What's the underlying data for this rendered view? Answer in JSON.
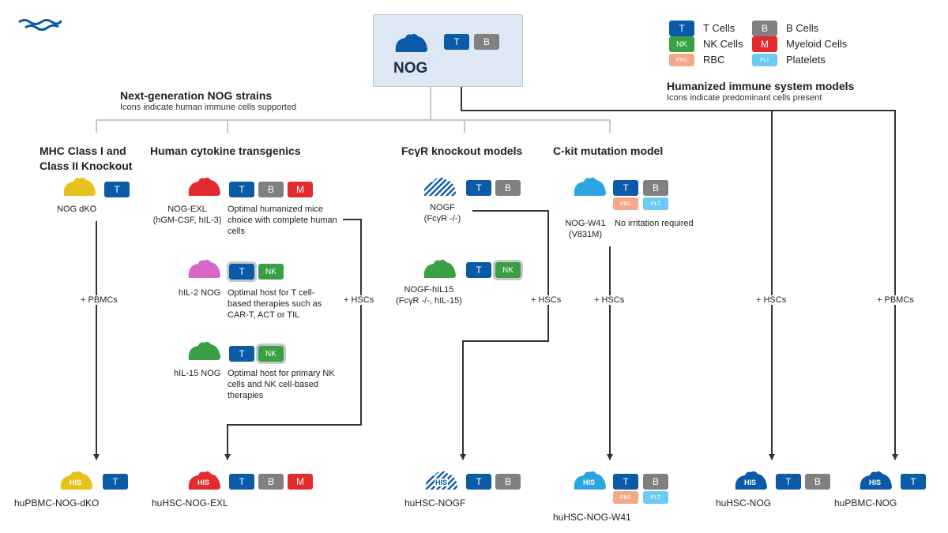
{
  "colors": {
    "t": "#0a5aa8",
    "b": "#808080",
    "nk": "#3aa046",
    "m": "#e22a2f",
    "rbc": "#f3a987",
    "plt": "#6dcbf3",
    "line": "#c6c6c6",
    "arrow": "#333333"
  },
  "root": {
    "title": "NOG",
    "badges": [
      "T",
      "B"
    ]
  },
  "legend": [
    {
      "badge": "T",
      "label": "T Cells",
      "type": "t"
    },
    {
      "badge": "B",
      "label": "B Cells",
      "type": "b"
    },
    {
      "badge": "NK",
      "label": "NK Cells",
      "type": "nk"
    },
    {
      "badge": "M",
      "label": "Myeloid Cells",
      "type": "m"
    },
    {
      "badge": "RBC",
      "label": "RBC",
      "type": "rbc"
    },
    {
      "badge": "PLT",
      "label": "Platelets",
      "type": "plt"
    }
  ],
  "sections": {
    "next_gen": {
      "title": "Next-generation NOG strains",
      "subtitle": "Icons indicate human immune cells supported"
    },
    "humanized": {
      "title": "Humanized immune system models",
      "subtitle": "Icons indicate predominant cells present"
    }
  },
  "categories": {
    "mhc": "MHC Class I and Class II Knockout",
    "cytokine": "Human cytokine transgenics",
    "fcgr": "FcγR knockout models",
    "ckit": "C-kit mutation model"
  },
  "strains": {
    "dko": {
      "name": "NOG dKO"
    },
    "exl": {
      "name": "NOG-EXL\n(hGM-CSF, hIL-3)",
      "desc": "Optimal humanized mice choice with complete human cells"
    },
    "il2": {
      "name": "hIL-2 NOG",
      "desc": "Optimal host for T cell-based therapies such as CAR-T, ACT or TIL"
    },
    "il15": {
      "name": "hIL-15 NOG",
      "desc": "Optimal host for primary NK cells and NK cell-based therapies"
    },
    "nogf": {
      "name": "NOGF\n(FcγR -/-)"
    },
    "nogfil15": {
      "name": "NOGF-hIL15\n(FcγR -/-, hIL-15)"
    },
    "w41": {
      "name": "NOG-W41\n(V831M)",
      "desc": "No irritation required"
    }
  },
  "steps": {
    "pbmc": "+ PBMCs",
    "hsc": "+ HSCs"
  },
  "his_label": "HIS",
  "models": {
    "dko": "huPBMC-NOG-dKO",
    "exl": "huHSC-NOG-EXL",
    "nogf": "huHSC-NOGF",
    "w41": "huHSC-NOG-W41",
    "hsc": "huHSC-NOG",
    "pbmc": "huPBMC-NOG"
  },
  "badge_text": {
    "t": "T",
    "b": "B",
    "nk": "NK",
    "m": "M",
    "rbc": "RBC",
    "plt": "PLT"
  }
}
